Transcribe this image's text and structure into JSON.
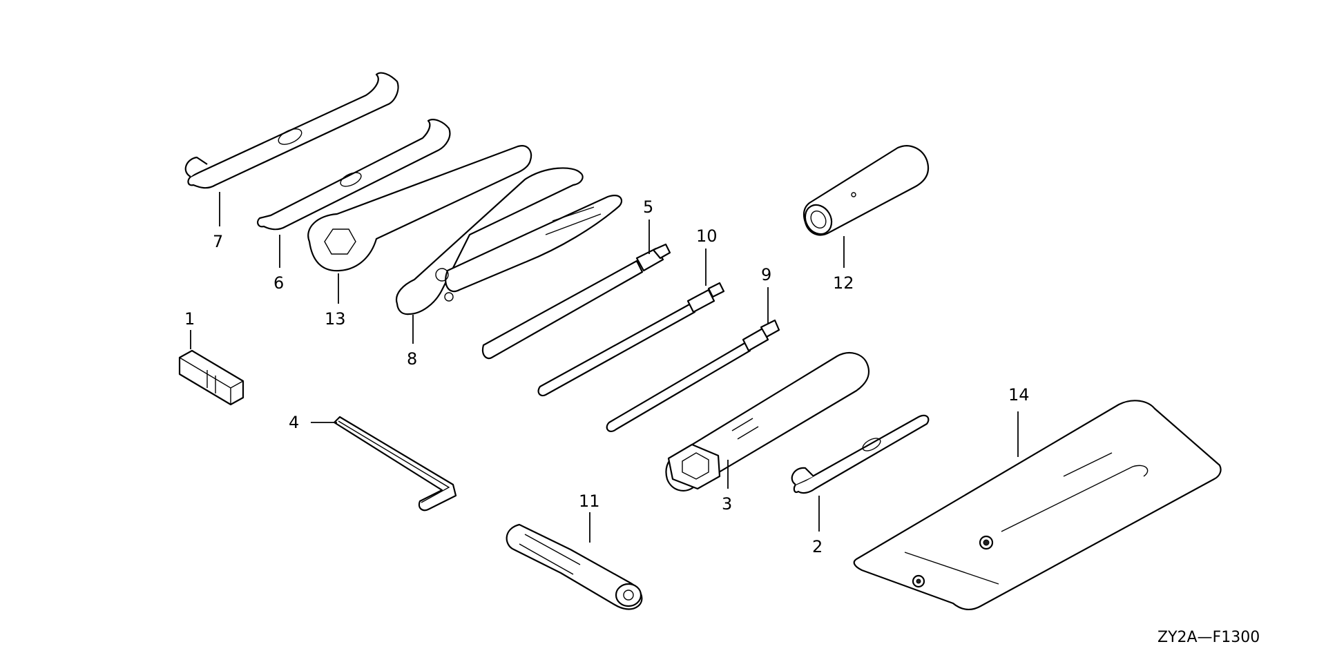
{
  "diagram": {
    "drawing_code": "ZY2A—F1300",
    "callouts": {
      "c1": "1",
      "c2": "2",
      "c3": "3",
      "c4": "4",
      "c5": "5",
      "c6": "6",
      "c7": "7",
      "c8": "8",
      "c9": "9",
      "c10": "10",
      "c11": "11",
      "c12": "12",
      "c13": "13",
      "c14": "14"
    }
  }
}
